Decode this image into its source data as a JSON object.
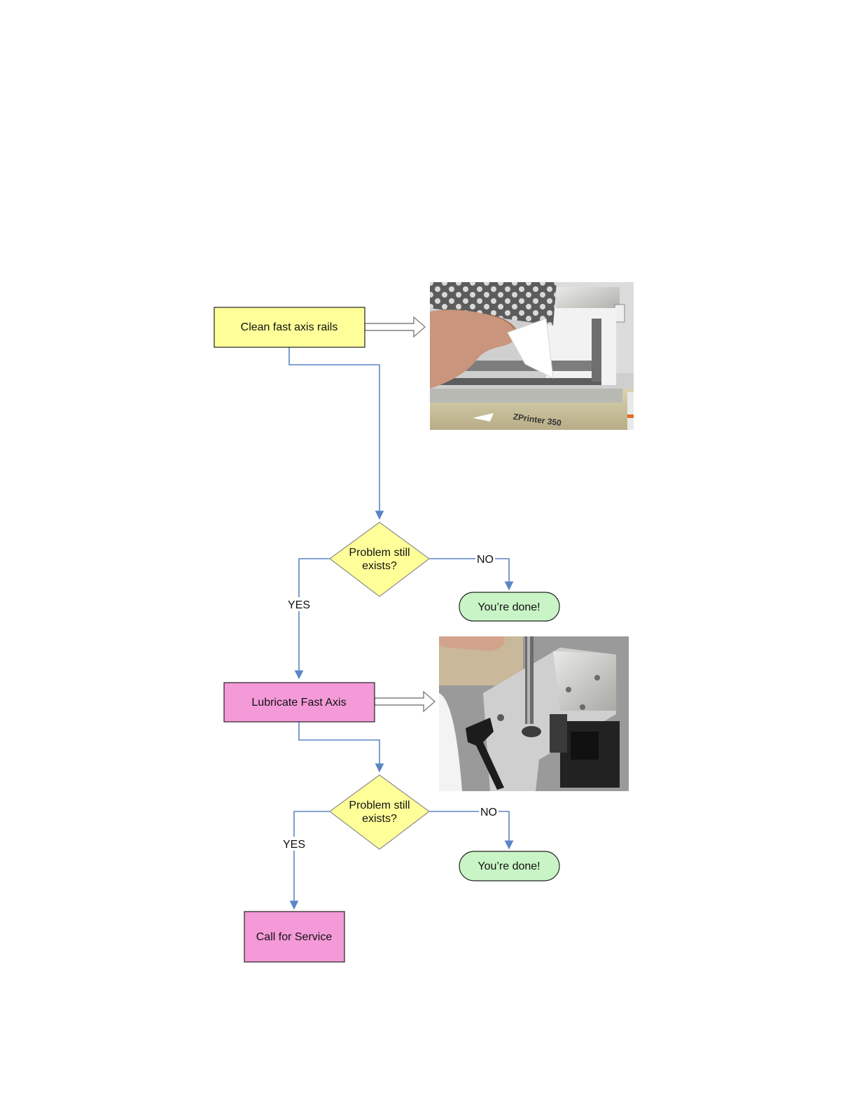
{
  "colors": {
    "connector": "#5b86c5",
    "process_yellow": "#ffff9a",
    "process_pink": "#f49ad8",
    "decision": "#ffff99",
    "terminal": "#c9f4c6"
  },
  "nodes": {
    "clean": "Clean fast axis rails",
    "decision1": [
      "Problem still",
      "exists?"
    ],
    "done1": "You’re done!",
    "lubricate": "Lubricate Fast Axis",
    "decision2": [
      "Problem still",
      "exists?"
    ],
    "done2": "You’re done!",
    "service": "Call for Service"
  },
  "edge_labels": {
    "yes1": "YES",
    "no1": "NO",
    "yes2": "YES",
    "no2": "NO"
  },
  "photos": {
    "photo1_printed_text": "ZPrinter 350",
    "photo1_description": "hand-cleaning-rails-photo",
    "photo2_description": "lubricating-fast-axis-photo"
  }
}
